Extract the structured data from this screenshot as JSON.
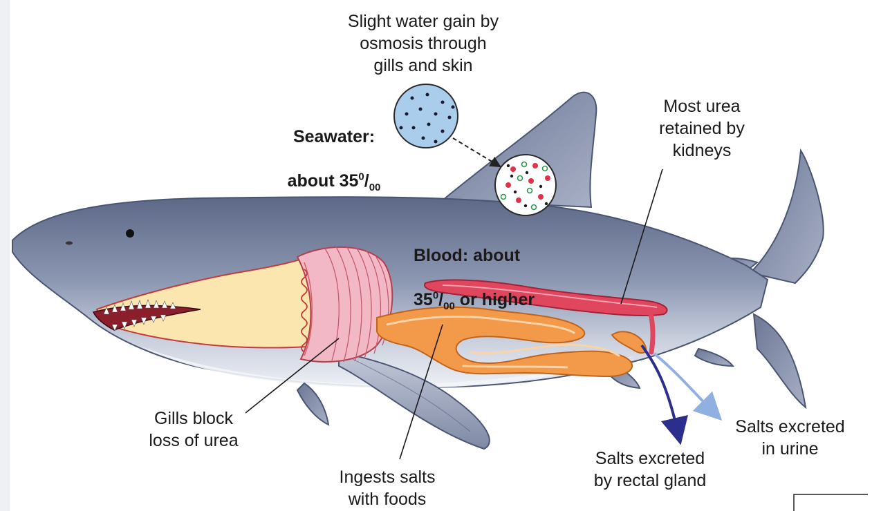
{
  "labels": {
    "water_gain": "Slight water gain by\nosmosis through\ngills and skin",
    "seawater_line1": "Seawater:",
    "seawater_prefix": "about 35",
    "seawater_sup": "0",
    "seawater_sub": "00",
    "blood_line1": "Blood: about",
    "blood_prefix": "35",
    "blood_sup": "0",
    "blood_sub": "00",
    "blood_suffix": " or higher",
    "urea_kidneys": "Most urea\nretained by\nkidneys",
    "gills_block": "Gills block\nloss of urea",
    "ingests_salts": "Ingests salts\nwith foods",
    "salts_rectal": "Salts excreted\nby rectal gland",
    "salts_urine": "Salts excreted\nin urine"
  },
  "colors": {
    "shark_body": "#7e8aa6",
    "shark_belly": "#e4e8f0",
    "seawater_circle": "#a9cdea",
    "gill_pink": "#f2b8c6",
    "mouth_yellow": "#fbe6b0",
    "intestine_orange": "#f29a4a",
    "kidney_red": "#e0475f",
    "rectal_arrow": "#2b2e8c",
    "urine_arrow": "#8fb0e0"
  }
}
